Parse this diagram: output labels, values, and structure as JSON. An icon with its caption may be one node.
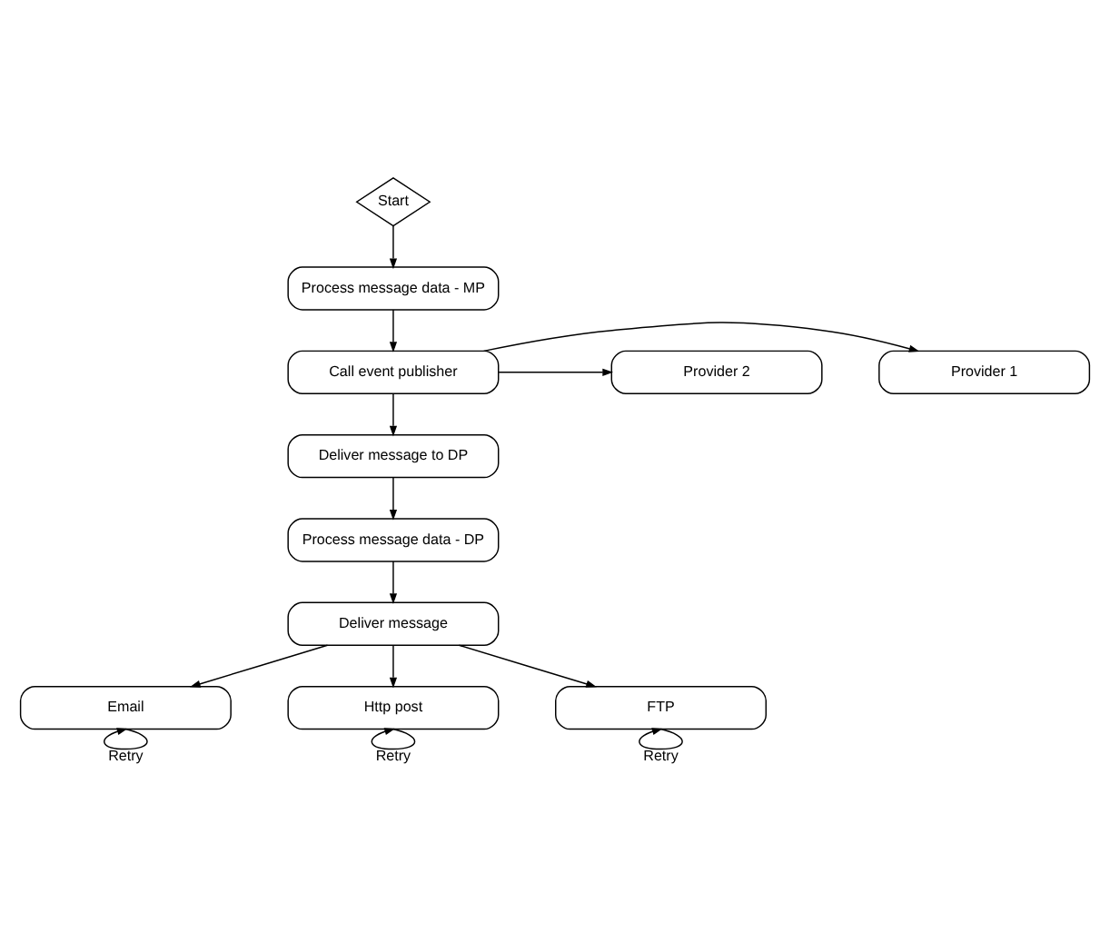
{
  "diagram": {
    "nodes": [
      {
        "text": [
          "Start"
        ]
      },
      {
        "text": [
          "Process message data - MP"
        ]
      },
      {
        "text": [
          "Provider 1"
        ]
      },
      {
        "text": [
          "Call event publisher"
        ]
      },
      {
        "text": [
          "Provider 2"
        ]
      },
      {
        "text": [
          "Deliver message to DP"
        ]
      },
      {
        "text": [
          "Process message data - DP"
        ]
      },
      {
        "text": [
          "Deliver message"
        ]
      },
      {
        "text": [
          "Email"
        ]
      },
      {
        "text": [
          "Http post"
        ]
      },
      {
        "text": [
          "FTP"
        ]
      }
    ],
    "edges": [
      {
        "from": 0,
        "to": 1,
        "arrow": "to"
      },
      {
        "from": 1,
        "to": 3,
        "arrow": "to"
      },
      {
        "from": 3,
        "to": 2,
        "arrow": "to"
      },
      {
        "from": 3,
        "to": 4,
        "arrow": "to"
      },
      {
        "from": 3,
        "to": 5,
        "arrow": "to"
      },
      {
        "from": 5,
        "to": 6,
        "arrow": "to"
      },
      {
        "from": 6,
        "to": 7,
        "arrow": "to"
      },
      {
        "from": 7,
        "to": 8,
        "arrow": "to"
      },
      {
        "from": 7,
        "to": 9,
        "arrow": "to"
      },
      {
        "from": 7,
        "to": 10,
        "arrow": "to"
      },
      {
        "from": 8,
        "to": 8,
        "label": "Retry",
        "arrow": "to"
      },
      {
        "from": 9,
        "to": 9,
        "label": "Retry",
        "arrow": "to"
      },
      {
        "from": 10,
        "to": 10,
        "label": "Retry",
        "arrow": "to"
      }
    ]
  }
}
